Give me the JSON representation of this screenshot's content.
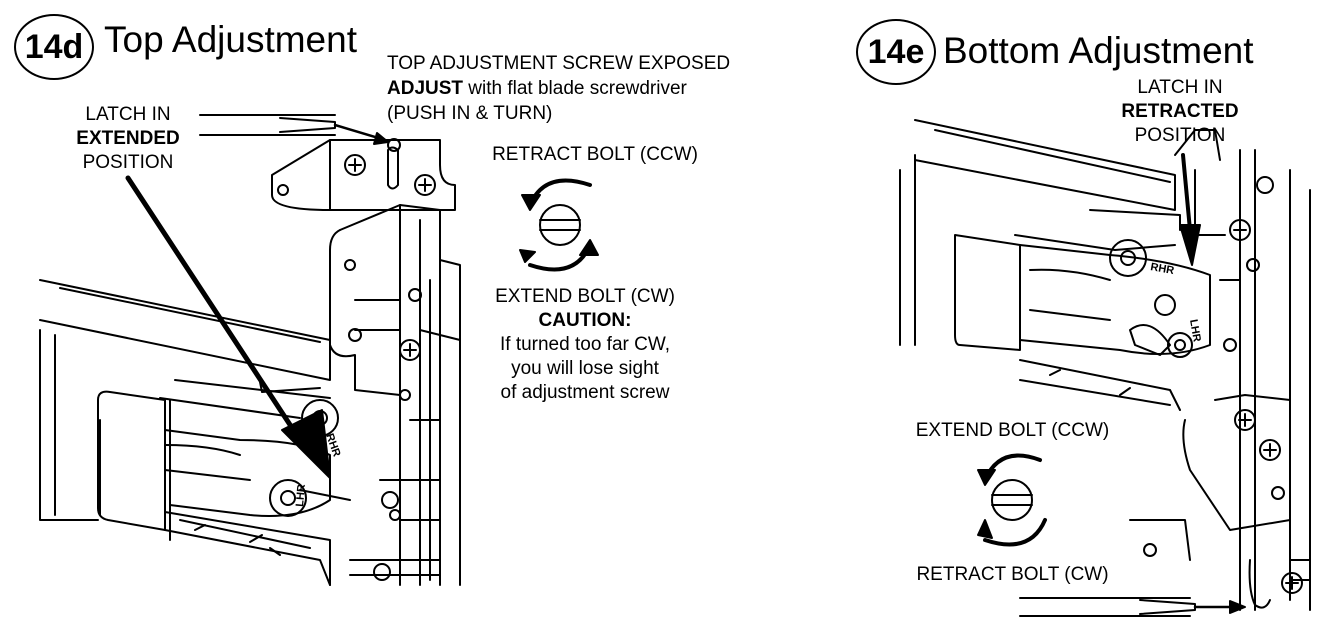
{
  "panel_left": {
    "badge": "14d",
    "title": "Top Adjustment",
    "latch_line1": "LATCH IN",
    "latch_line2": "EXTENDED",
    "latch_line3": "POSITION",
    "screw_line1": "TOP ADJUSTMENT SCREW EXPOSED",
    "screw_adjust": "ADJUST",
    "screw_line2_rest": " with flat blade screwdriver",
    "screw_line3": "(PUSH IN & TURN)",
    "retract_label": "RETRACT BOLT  (CCW)",
    "extend_label": "EXTEND BOLT (CW)",
    "caution_title": "CAUTION:",
    "caution_line1": "If turned too far CW,",
    "caution_line2": "you will lose sight",
    "caution_line3": "of adjustment screw",
    "part_marks": [
      "RHR",
      "LHR"
    ]
  },
  "panel_right": {
    "badge": "14e",
    "title": "Bottom Adjustment",
    "latch_line1": "LATCH IN",
    "latch_line2": "RETRACTED",
    "latch_line3": "POSITION",
    "extend_label": "EXTEND BOLT (CCW)",
    "retract_label": "RETRACT BOLT  (CW)",
    "part_marks": [
      "RHR",
      "LHR"
    ]
  }
}
